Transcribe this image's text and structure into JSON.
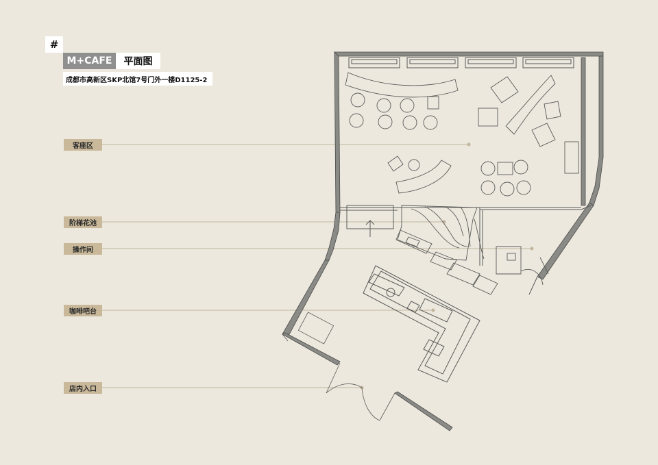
{
  "header": {
    "hash_mark": "#",
    "brand": "M+CAFE",
    "subtitle": "平面图",
    "address": "成都市高新区SKP北馆7号门外一楼D1125-2"
  },
  "zones": [
    {
      "label": "客座区"
    },
    {
      "label": "阶梯花池"
    },
    {
      "label": "操作间"
    },
    {
      "label": "咖啡吧台"
    },
    {
      "label": "店内入口"
    }
  ],
  "colors": {
    "background": "#ece8de",
    "wall": "#8a8a86",
    "line": "#5a5a58",
    "leader": "#c2b69c",
    "accent": "#c9b99a",
    "brand_box": "#8f8f8f"
  }
}
